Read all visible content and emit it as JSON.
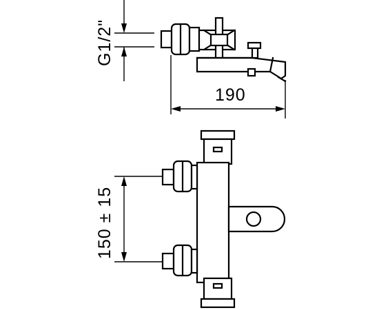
{
  "dimensions": {
    "thread": "G1/2\"",
    "width": "190",
    "spacing": "150 ± 15"
  },
  "colors": {
    "line": "#000000",
    "background": "#ffffff"
  }
}
